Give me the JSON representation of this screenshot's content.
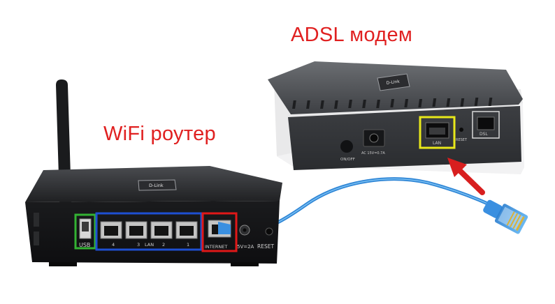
{
  "labels": {
    "router": "WiFi роутер",
    "modem": "ADSL модем"
  },
  "router": {
    "brand": "D-Link",
    "usb": "USB",
    "port_numbers": [
      "4",
      "3",
      "LAN",
      "2",
      "1"
    ],
    "internet": "INTERNET",
    "power": "5V=2A",
    "reset": "RESET"
  },
  "modem": {
    "brand": "D-Link",
    "power_switch": "ON/OFF",
    "power": "AC 15V=0.7A",
    "lan": "LAN",
    "reset": "RESET",
    "dsl": "DSL"
  },
  "colors": {
    "label_red": "#e02020",
    "cable_blue": "#2f86d6",
    "usb_highlight": "#33b233",
    "lan_highlight": "#1e4fd1",
    "internet_highlight": "#e01818",
    "modem_lan_highlight": "#e8e81a",
    "arrow_red": "#d81e1e"
  }
}
